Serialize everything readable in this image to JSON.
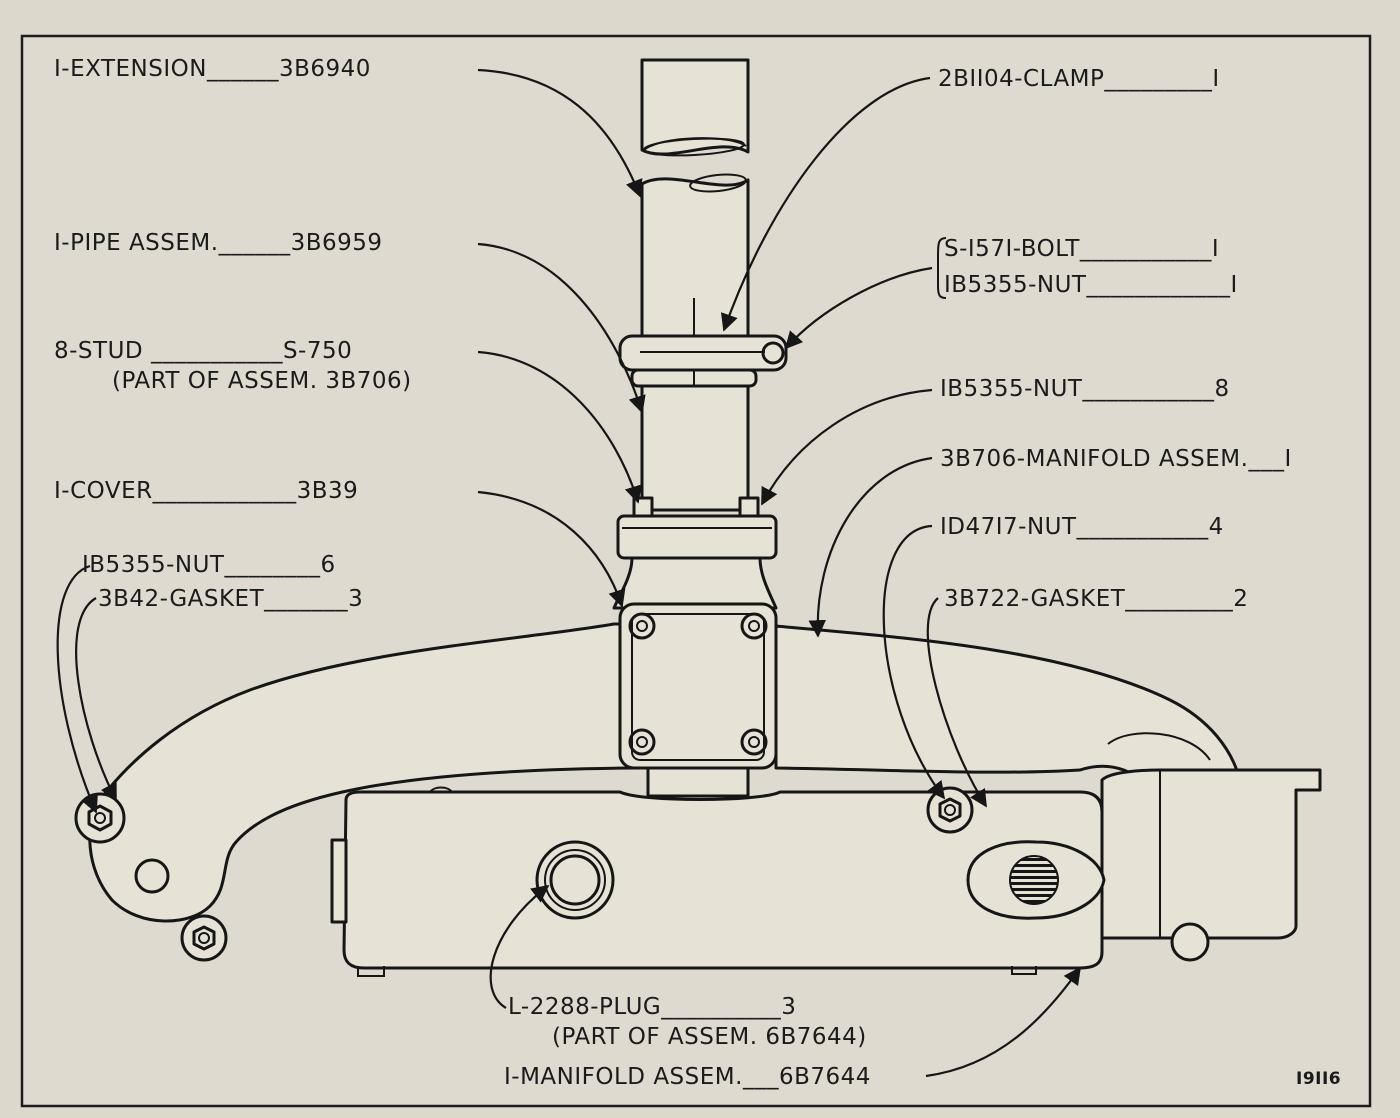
{
  "labels": {
    "extension": "I-EXTENSION______3B6940",
    "pipe_assem": "I-PIPE  ASSEM.______3B6959",
    "stud": "8-STUD ___________S-750",
    "stud_note": "(PART  OF  ASSEM. 3B706)",
    "cover": "I-COVER____________3B39",
    "nut_6": "IB5355-NUT________6",
    "gasket_3": "3B42-GASKET_______3",
    "clamp": "2BII04-CLAMP_________I",
    "bolt": "S-I57I-BOLT___________I",
    "nut_clamp": "IB5355-NUT____________I",
    "nut_8": "IB5355-NUT___________8",
    "manifold_3b706": "3B706-MANIFOLD  ASSEM.___I",
    "nut_4": "ID47I7-NUT___________4",
    "gasket_2": "3B722-GASKET_________2",
    "plug": "L-2288-PLUG__________3",
    "plug_note": "(PART  OF  ASSEM. 6B7644)",
    "manifold_6b7644": "I-MANIFOLD  ASSEM.___6B7644",
    "figure_number": "I9II6"
  }
}
